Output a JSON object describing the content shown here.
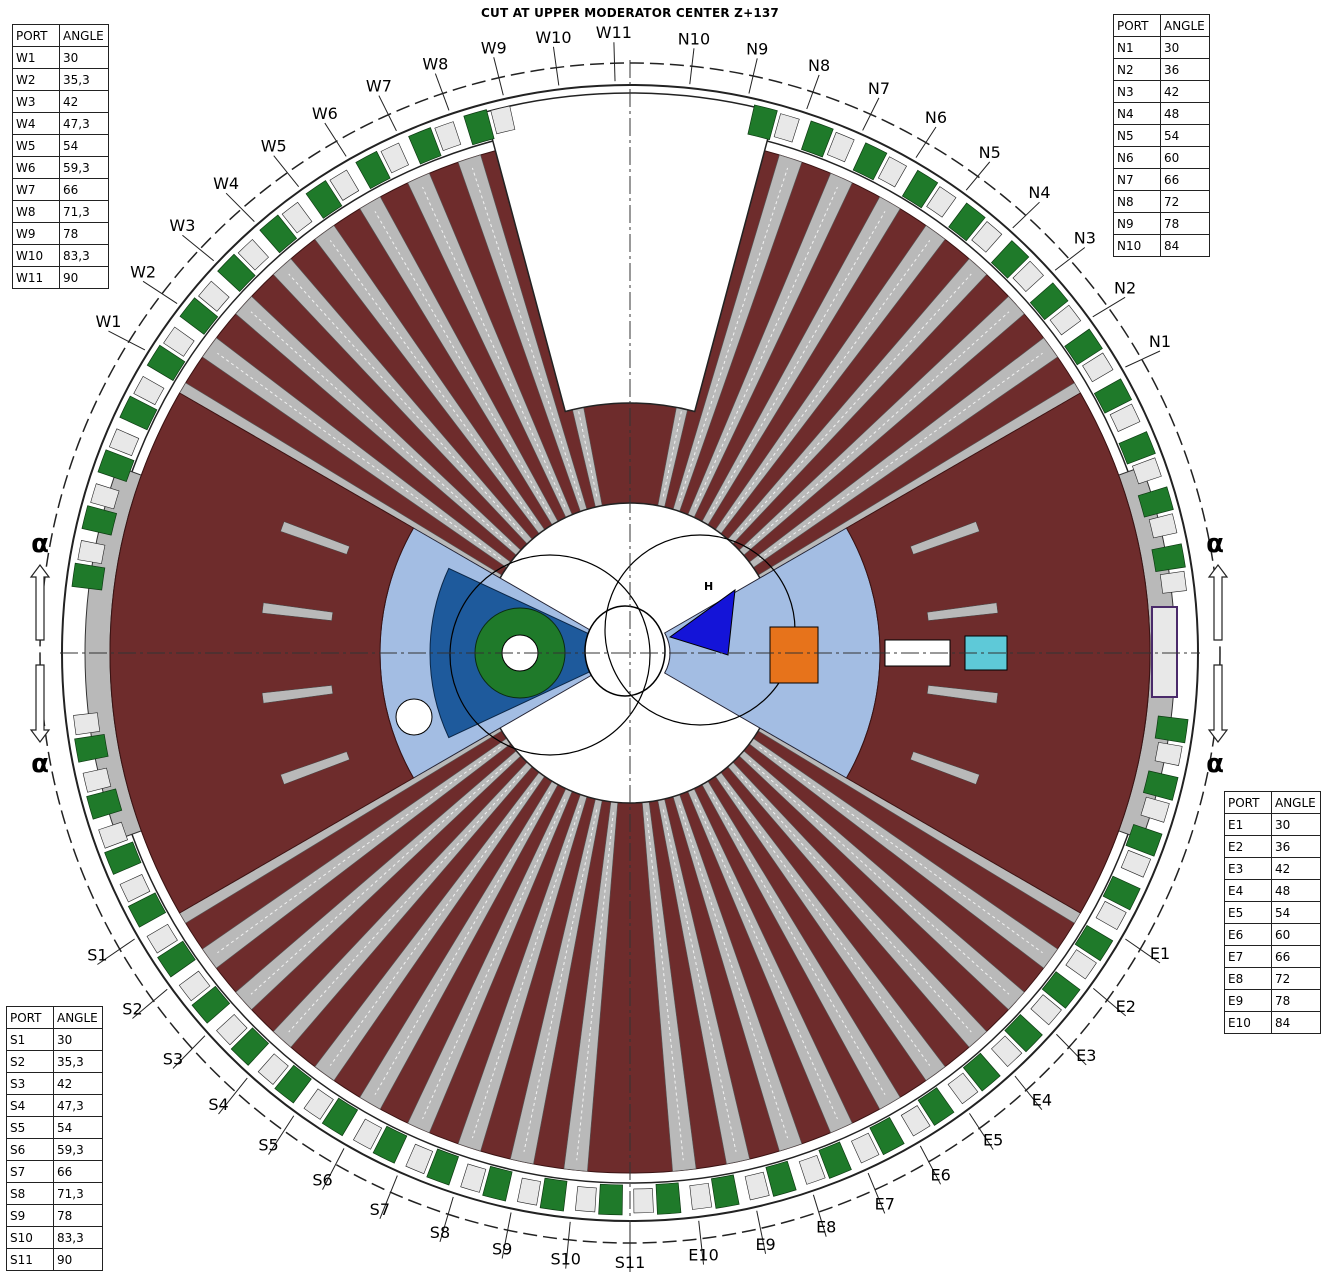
{
  "title": "CUT AT UPPER MODERATOR CENTER Z+137",
  "colors": {
    "shield": "#6e2c2c",
    "channel": "#b9b9b9",
    "green": "#1f7a2a",
    "ring_line": "#222222",
    "light_blue": "#a3bde3",
    "dark_blue": "#1e5a9c",
    "bright_blue": "#1414d8",
    "orange": "#e7731b",
    "cyan": "#5ec9d8"
  },
  "tables": {
    "W": {
      "header": [
        "PORT",
        "ANGLE"
      ],
      "rows": [
        [
          "W1",
          "30"
        ],
        [
          "W2",
          "35,3"
        ],
        [
          "W3",
          "42"
        ],
        [
          "W4",
          "47,3"
        ],
        [
          "W5",
          "54"
        ],
        [
          "W6",
          "59,3"
        ],
        [
          "W7",
          "66"
        ],
        [
          "W8",
          "71,3"
        ],
        [
          "W9",
          "78"
        ],
        [
          "W10",
          "83,3"
        ],
        [
          "W11",
          "90"
        ]
      ]
    },
    "N": {
      "header": [
        "PORT",
        "ANGLE"
      ],
      "rows": [
        [
          "N1",
          "30"
        ],
        [
          "N2",
          "36"
        ],
        [
          "N3",
          "42"
        ],
        [
          "N4",
          "48"
        ],
        [
          "N5",
          "54"
        ],
        [
          "N6",
          "60"
        ],
        [
          "N7",
          "66"
        ],
        [
          "N8",
          "72"
        ],
        [
          "N9",
          "78"
        ],
        [
          "N10",
          "84"
        ]
      ]
    },
    "E": {
      "header": [
        "PORT",
        "ANGLE"
      ],
      "rows": [
        [
          "E1",
          "30"
        ],
        [
          "E2",
          "36"
        ],
        [
          "E3",
          "42"
        ],
        [
          "E4",
          "48"
        ],
        [
          "E5",
          "54"
        ],
        [
          "E6",
          "60"
        ],
        [
          "E7",
          "66"
        ],
        [
          "E8",
          "72"
        ],
        [
          "E9",
          "78"
        ],
        [
          "E10",
          "84"
        ]
      ]
    },
    "S": {
      "header": [
        "PORT",
        "ANGLE"
      ],
      "rows": [
        [
          "S1",
          "30"
        ],
        [
          "S2",
          "35,3"
        ],
        [
          "S3",
          "42"
        ],
        [
          "S4",
          "47,3"
        ],
        [
          "S5",
          "54"
        ],
        [
          "S6",
          "59,3"
        ],
        [
          "S7",
          "66"
        ],
        [
          "S8",
          "71,3"
        ],
        [
          "S9",
          "78"
        ],
        [
          "S10",
          "83,3"
        ],
        [
          "S11",
          "90"
        ]
      ]
    }
  },
  "ports": {
    "W": [
      "W1",
      "W2",
      "W3",
      "W4",
      "W5",
      "W6",
      "W7",
      "W8",
      "W9",
      "W10",
      "W11"
    ],
    "N": [
      "N1",
      "N2",
      "N3",
      "N4",
      "N5",
      "N6",
      "N7",
      "N8",
      "N9",
      "N10"
    ],
    "E": [
      "E1",
      "E2",
      "E3",
      "E4",
      "E5",
      "E6",
      "E7",
      "E8",
      "E9",
      "E10"
    ],
    "S": [
      "S1",
      "S2",
      "S3",
      "S4",
      "S5",
      "S6",
      "S7",
      "S8",
      "S9",
      "S10",
      "S11"
    ]
  },
  "alpha_symbol": "α",
  "h_label": "H"
}
